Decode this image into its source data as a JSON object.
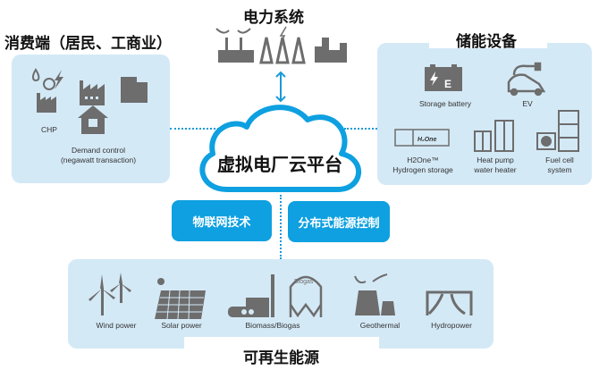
{
  "consumer": {
    "title": "消费端（居民、工商业）",
    "chp_label": "CHP",
    "demand_label_1": "Demand control",
    "demand_label_2": "(negawatt transaction)"
  },
  "power_system": {
    "title": "电力系统"
  },
  "storage": {
    "title": "储能设备",
    "items": [
      {
        "label": "Storage battery",
        "icon_text": "E"
      },
      {
        "label": "EV"
      },
      {
        "label_1": "H2One™",
        "label_2": "Hydrogen storage",
        "icon_text": "H₂One"
      },
      {
        "label_1": "Heat pump",
        "label_2": "water heater"
      },
      {
        "label_1": "Fuel cell",
        "label_2": "system"
      }
    ]
  },
  "cloud": {
    "title": "虚拟电厂云平台"
  },
  "buttons": {
    "iot": "物联网技术",
    "der_control": "分布式能源控制"
  },
  "renewables": {
    "title": "可再生能源",
    "items": [
      {
        "label": "Wind power"
      },
      {
        "label": "Solar power"
      },
      {
        "label": "Biomass/Biogas",
        "icon_text": "Biogas"
      },
      {
        "label": "Geothermal"
      },
      {
        "label": "Hydropower"
      }
    ]
  },
  "colors": {
    "accent": "#0ea0e0",
    "panel": "#d4e9f6",
    "icon": "#6d6d6d"
  }
}
